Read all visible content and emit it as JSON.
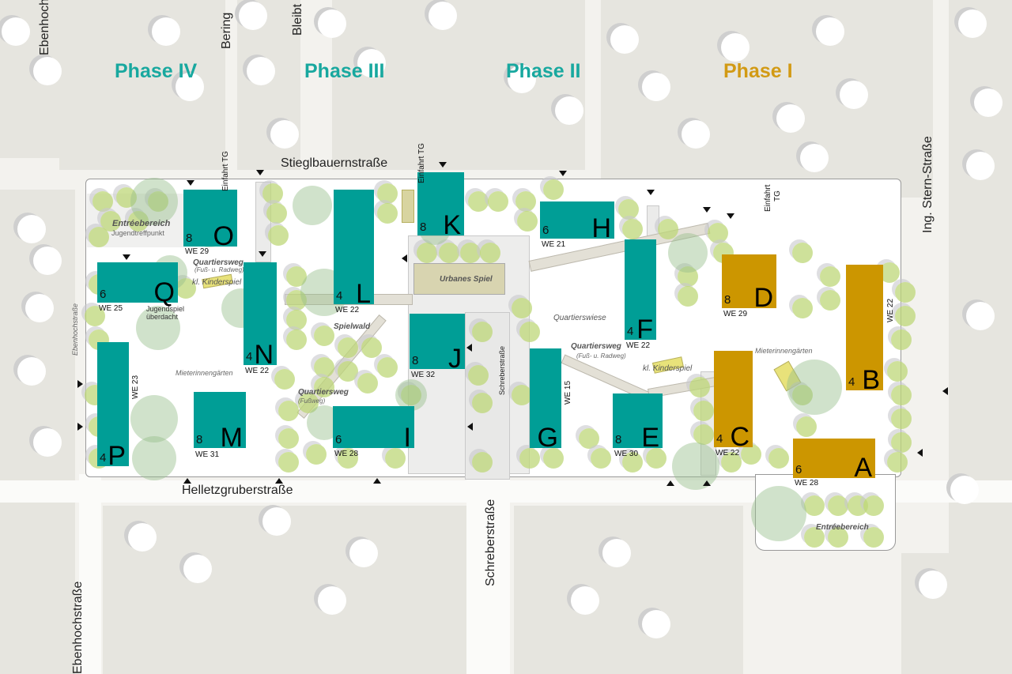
{
  "colors": {
    "phase_teal": "#009e96",
    "phase_gold": "#cc9600",
    "tree_green": "#bed778",
    "background": "#f3f2ee"
  },
  "phases": [
    {
      "label": "Phase IV",
      "color": "#18a89f"
    },
    {
      "label": "Phase III",
      "color": "#18a89f"
    },
    {
      "label": "Phase II",
      "color": "#18a89f"
    },
    {
      "label": "Phase I",
      "color": "#d29a14"
    }
  ],
  "streets": {
    "stieglbauer": "Stieglbauernstraße",
    "helletzgruber": "Helletzgruberstraße",
    "schreber_south": "Schreberstraße",
    "schreber_inner": "Schreberstraße",
    "ebenhoch_top": "Ebenhoch",
    "ebenhoch_bottom": "Ebenhochstraße",
    "ebenhoch_small": "Ebenhochstraße",
    "bering": "Bering",
    "bleibt": "Bleibt",
    "stern": "Ing. Stern-Straße"
  },
  "entrances": {
    "tg_o": "Einfahrt TG",
    "tg_k": "Einfahrt TG",
    "tg_d_1": "Einfahrt",
    "tg_d_2": "TG"
  },
  "areas": {
    "entree_west": "Entréebereich",
    "jugendtreffpunkt": "Jugendtreffpunkt",
    "quartiersweg_west": "Quartiersweg",
    "fuss_radweg_west": "(Fuß- u. Radweg)",
    "kinderspiel_west": "kl. Kinderspiel",
    "jugendspiel_1": "Jugendspiel",
    "jugendspiel_2": "überdacht",
    "mieterinnen_west": "Mieterinnengärten",
    "spielwald": "Spielwald",
    "quartiersweg_fuss": "Quartiersweg",
    "fussweg": "(Fußweg)",
    "urbanes_spiel": "Urbanes Spiel",
    "quartierswiese": "Quartierswiese",
    "quartiersweg_east": "Quartiersweg",
    "fuss_radweg_east": "(Fuß- u. Radweg)",
    "kinderspiel_east": "kl. Kinderspiel",
    "mieterinnen_east": "Mieterinnengärten",
    "entree_east": "Entréebereich"
  },
  "buildings": [
    {
      "id": "O",
      "letter": "O",
      "units": "8",
      "we": "WE 29",
      "phase": "IV"
    },
    {
      "id": "Q",
      "letter": "Q",
      "units": "6",
      "we": "WE 25",
      "phase": "IV"
    },
    {
      "id": "P",
      "letter": "P",
      "units": "4",
      "we": "WE 23",
      "phase": "IV"
    },
    {
      "id": "M",
      "letter": "M",
      "units": "8",
      "we": "WE 31",
      "phase": "IV"
    },
    {
      "id": "N",
      "letter": "N",
      "units": "4",
      "we": "WE 22",
      "phase": "III"
    },
    {
      "id": "L",
      "letter": "L",
      "units": "4",
      "we": "WE 22",
      "phase": "III"
    },
    {
      "id": "K",
      "letter": "K",
      "units": "8",
      "we": "",
      "phase": "III"
    },
    {
      "id": "J",
      "letter": "J",
      "units": "8",
      "we": "WE 32",
      "phase": "III"
    },
    {
      "id": "I",
      "letter": "I",
      "units": "6",
      "we": "WE 28",
      "phase": "III"
    },
    {
      "id": "H",
      "letter": "H",
      "units": "6",
      "we": "WE 21",
      "phase": "II"
    },
    {
      "id": "F",
      "letter": "F",
      "units": "4",
      "we": "WE 22",
      "phase": "II"
    },
    {
      "id": "G",
      "letter": "G",
      "units": "",
      "we": "WE 15",
      "phase": "II"
    },
    {
      "id": "E",
      "letter": "E",
      "units": "8",
      "we": "WE 30",
      "phase": "II"
    },
    {
      "id": "D",
      "letter": "D",
      "units": "8",
      "we": "WE 29",
      "phase": "I"
    },
    {
      "id": "C",
      "letter": "C",
      "units": "4",
      "we": "WE 22",
      "phase": "I"
    },
    {
      "id": "B",
      "letter": "B",
      "units": "4",
      "we": "WE 22",
      "phase": "I"
    },
    {
      "id": "A",
      "letter": "A",
      "units": "6",
      "we": "WE 28",
      "phase": "I"
    }
  ]
}
